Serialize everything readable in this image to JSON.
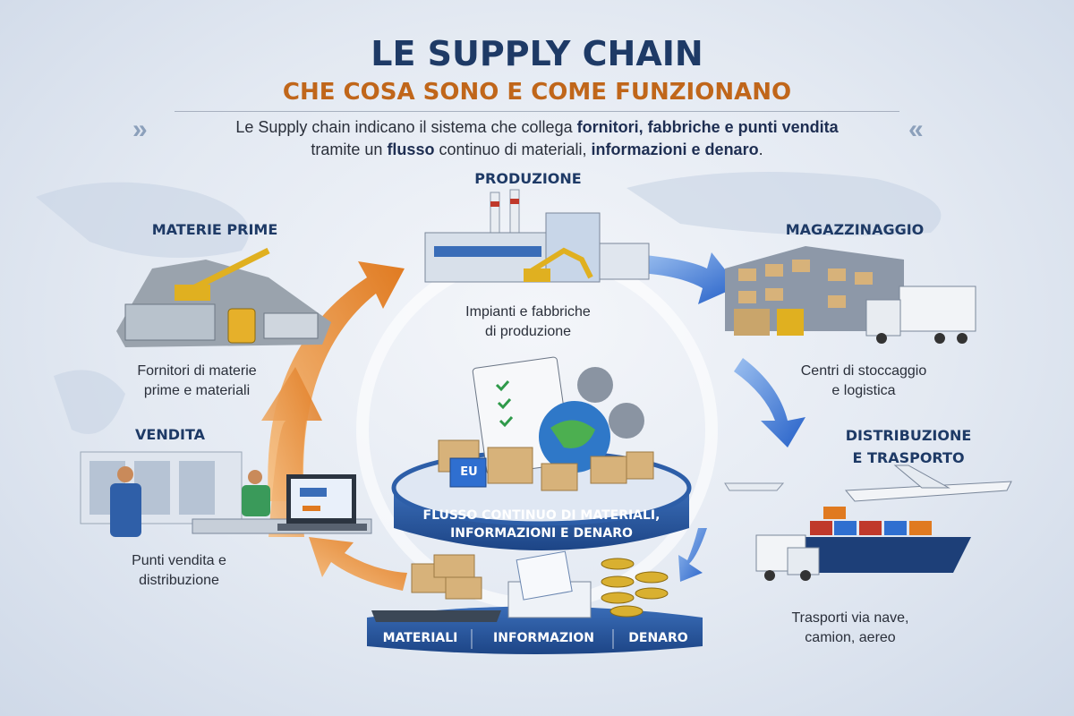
{
  "header": {
    "title": "LE SUPPLY CHAIN",
    "subtitle": "CHE COSA SONO E COME FUNZIONANO",
    "description": {
      "p1": "Le Supply chain indicano il sistema che collega ",
      "b1": "fornitori, fabbriche e punti vendita",
      "p2": "tramite un ",
      "b2": "flusso",
      "p3": " continuo di materiali, ",
      "b3": "informazioni e denaro",
      "p4": "."
    },
    "chevron_left": "»",
    "chevron_right": "«"
  },
  "stages": {
    "produzione": {
      "title": "PRODUZIONE",
      "caption1": "Impianti e fabbriche",
      "caption2": "di produzione"
    },
    "materie_prime": {
      "title": "MATERIE PRIME",
      "caption1": "Fornitori di materie",
      "caption2": "prime e materiali"
    },
    "magazzinaggio": {
      "title": "MAGAZZINAGGIO",
      "caption1": "Centri di stoccaggio",
      "caption2": "e logistica"
    },
    "vendita": {
      "title": "VENDITA",
      "caption1": "Punti vendita e",
      "caption2": "distribuzione"
    },
    "distribuzione": {
      "title1": "DISTRIBUZIONE",
      "title2": "E TRASPORTO",
      "caption1": "Trasporti via nave,",
      "caption2": "camion, aereo"
    }
  },
  "center": {
    "line1": "FLUSSO CONTINUO DI MATERIALI,",
    "line2": "INFORMAZIONI E DENARO",
    "box_label": "EU"
  },
  "flows": {
    "materiali": "MATERIALI",
    "informazioni": "INFORMAZION",
    "denaro": "DENARO"
  },
  "colors": {
    "navy": "#1e3a66",
    "orange": "#c0661a",
    "arrow_orange": "#e88a2e",
    "arrow_blue": "#2f6fd0",
    "pedestal": "#2d5ea8"
  }
}
